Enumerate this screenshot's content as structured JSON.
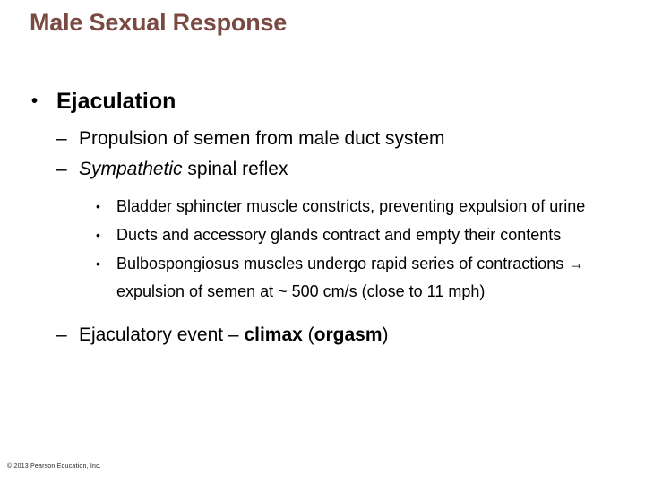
{
  "slide": {
    "title": "Male Sexual Response",
    "title_color": "#7A4A42",
    "background_color": "#FFFFFF",
    "body_text_color": "#000000",
    "markers": {
      "level1_bullet": "•",
      "level2_dash": "–",
      "level3_bullet": "•"
    },
    "content": {
      "level1": {
        "text": "Ejaculation"
      },
      "level2_first": {
        "text": "Propulsion of semen from male duct system"
      },
      "level2_second": {
        "italic_part": "Sympathetic",
        "rest": " spinal reflex"
      },
      "level3": [
        {
          "text": "Bladder sphincter muscle constricts, preventing expulsion of urine"
        },
        {
          "text": "Ducts and accessory glands contract and empty their contents"
        },
        {
          "text": "Bulbospongiosus muscles undergo rapid series of contractions → expulsion of semen at ~ 500 cm/s (close to 11 mph)"
        }
      ],
      "level2_last": {
        "prefix": "Ejaculatory event – ",
        "bold_1": "climax",
        "mid": " (",
        "bold_2": "orgasm",
        "suffix": ")"
      }
    },
    "footer": {
      "text": "© 2013 Pearson Education, Inc."
    }
  }
}
